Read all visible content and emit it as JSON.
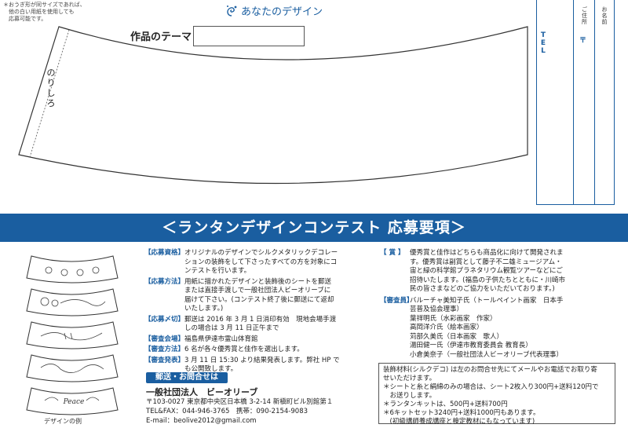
{
  "note": {
    "lines": [
      "＊おうぎ形が同サイズであれば、",
      "　他の白い用紙を使用しても",
      "　応募可能です。"
    ]
  },
  "logo": {
    "text": "あなたのデザイン"
  },
  "theme": {
    "label": "作品のテーマ"
  },
  "glue": {
    "chars": [
      "の",
      "り",
      "し",
      "ろ"
    ]
  },
  "entry": {
    "name_chars": [
      "お",
      "名",
      "前"
    ],
    "address_chars": [
      "ご",
      "住",
      "所"
    ],
    "zip": "〒",
    "tel_chars": [
      "T",
      "E",
      "L"
    ]
  },
  "banner": {
    "title": "＜ランタンデザインコンテスト 応募要項＞"
  },
  "examples": {
    "caption": "デザインの例"
  },
  "requirements": [
    {
      "key": "【応募資格】",
      "lines": [
        "オリジナルのデザインでシルクメタリックデコレー",
        "ションの装飾をして下さったすべての方を対象にコ",
        "ンテストを行います。"
      ]
    },
    {
      "key": "【応募方法】",
      "lines": [
        "用紙に描かれたデザインと装飾後のシートを郵送",
        "または直接手渡しで一般社団法人ビーオリーブに",
        "届けて下さい。(コンテスト終了後に郵送にて返却",
        "いたします。)"
      ]
    },
    {
      "key": "【応募〆切】",
      "lines": [
        "郵送は 2016 年 3 月 1 日消印有効　現地会場手渡",
        "しの場合は 3 月 11 日正午まで"
      ]
    },
    {
      "key": "【審査会場】",
      "lines": [
        "福島県伊達市霊山体育館"
      ]
    },
    {
      "key": "【審査方法】",
      "lines": [
        "6 名が各々優秀賞と佳作を選出します。"
      ]
    },
    {
      "key": "【審査発表】",
      "lines": [
        "3 月 11 日 15:30 より結果発表します。弊社 HP で",
        "も公開致します。"
      ]
    }
  ],
  "inquiry": {
    "bar": "郵送・お問合せは",
    "org": "一般社団法人　ビーオリーブ",
    "lines": [
      "〒103-0027 東京都中央区日本橋 3-2-14 新槇町ビル別館第１",
      "TEL&FAX：044-946-3765　携帯：090-2154-9083",
      "E-mail：beolive2012@gmail.com"
    ]
  },
  "prize": {
    "key": "【 賞 】",
    "lines": [
      "優秀賞と佳作はどちらも商品化に向けて開発されま",
      "す。優秀賞は副賞として藤子不二雄ミュージアム・",
      "宙と緑の科学館プラネタリウム観覧ツアーなどにご",
      "招待いたします。(福島の子供たちとともに・川崎市",
      "民の皆さまなどのご協力をいただいております。)"
    ]
  },
  "judges": {
    "key": "【審査員】",
    "lines": [
      "バルーチャ美知子氏（トールペイント画家　日本手",
      "芸普及協会理事）",
      "葉祥明氏（水彩画家　作家）",
      "高岡洋介氏（絵本画家）",
      "苅部久美氏（日本画家　歌人）",
      "湯田健一氏（伊達市教育委員会 教育長）",
      "小倉美奈子（一般社団法人ビーオリーブ代表理事）"
    ]
  },
  "materials": {
    "lines": [
      "装飾材料(シルクデコ) は左のお問合せ先にてメールやお電話でお取り寄",
      "せいただけます。",
      "＊シートと糸と絹綿のみの場合は、シート2枚入り300円+送料120円で",
      "　お送りします。",
      "＊ランタンキットは、500円+送料700円",
      "＊6キットセット3240円+送料1000円もあります。",
      "　(初級講師養成講座と検定教材にもなっています)"
    ]
  },
  "colors": {
    "accent": "#1a5ea0"
  },
  "icons": [
    "swirl-logo-icon"
  ]
}
